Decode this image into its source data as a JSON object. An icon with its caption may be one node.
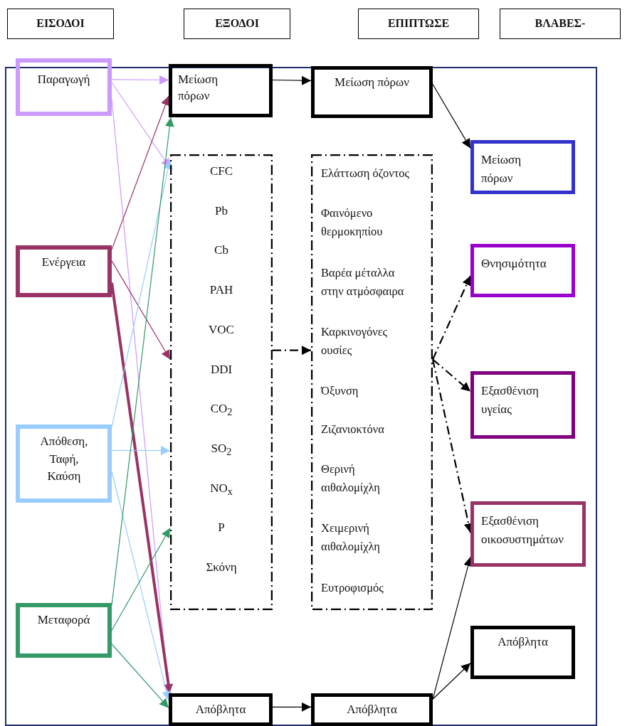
{
  "diagram": {
    "nodes": [
      {
        "text": [
          "ΕΙΣΟΔΟΙ"
        ]
      },
      {
        "text": [
          "ΕΞΟΔΟΙ"
        ]
      },
      {
        "text": [
          "ΕΠΙΠΤΩΣΕ"
        ]
      },
      {
        "text": [
          "ΒΛΑΒΕΣ-"
        ]
      },
      {
        "text": [
          "Παραγωγή"
        ]
      },
      {
        "text": [
          "Ενέργεια"
        ]
      },
      {
        "text": [
          "Απόθεση, Ταφή, Καύση"
        ]
      },
      {
        "text": [
          "Μεταφορά"
        ]
      },
      {
        "text": [
          "Μείωση πόρων"
        ]
      },
      {
        "text": [
          "CFC",
          "Pb",
          "Cb",
          "PAH",
          "VOC",
          "DDI",
          "CO$_{2}$",
          "SO$_{2}$",
          "NO$_{x}$",
          "P",
          "Σκόνη"
        ]
      },
      {
        "text": [
          "Απόβλητα"
        ]
      },
      {
        "text": [
          "Μείωση πόρων"
        ]
      },
      {
        "text": [
          "Ελάττωση όζοντος",
          "Φαινόμενο θερμοκηπίου",
          "Βαρέα μέταλλα στην ατμόσφαιρα",
          "Καρκινογόνες ουσίες",
          "Όξυνση",
          "Ζιζανιοκτόνα",
          "Θερινή αιθαλομίχλη",
          "Χειμερινή αιθαλομίχλη",
          "Ευτροφισμός"
        ]
      },
      {
        "text": [
          "Απόβλητα"
        ]
      },
      {
        "text": [
          "Μείωση πόρων"
        ]
      },
      {
        "text": [
          "Θνησιμότητα"
        ]
      },
      {
        "text": [
          "Εξασθένιση υγείας"
        ]
      },
      {
        "text": [
          "Εξασθένιση οικοσυστημάτων"
        ]
      },
      {
        "text": [
          "Απόβλητα"
        ]
      }
    ],
    "edges": [
      {
        "from": 4,
        "to": 8,
        "arrow": "to",
        "color": "#cc99ff"
      },
      {
        "from": 4,
        "to": 9,
        "arrow": "to",
        "color": "#cc99ff"
      },
      {
        "from": 4,
        "to": 10,
        "arrow": "to",
        "color": "#cc99ff"
      },
      {
        "from": 5,
        "to": 8,
        "arrow": "to",
        "color": "#993366"
      },
      {
        "from": 5,
        "to": 9,
        "arrow": "to",
        "color": "#993366"
      },
      {
        "from": 5,
        "to": 10,
        "arrow": "to",
        "color": "#993366",
        "style": "thick"
      },
      {
        "from": 6,
        "to": 9,
        "arrow": "to",
        "color": "#99ccff"
      },
      {
        "from": 6,
        "to": 9,
        "arrow": "to",
        "color": "#99ccff"
      },
      {
        "from": 6,
        "to": 10,
        "arrow": "to",
        "color": "#99ccff"
      },
      {
        "from": 7,
        "to": 8,
        "arrow": "to",
        "color": "#339966"
      },
      {
        "from": 7,
        "to": 9,
        "arrow": "to",
        "color": "#339966"
      },
      {
        "from": 7,
        "to": 10,
        "arrow": "to",
        "color": "#339966"
      },
      {
        "from": 8,
        "to": 11,
        "arrow": "to"
      },
      {
        "from": 9,
        "to": 12,
        "arrow": "to",
        "style": "dashed"
      },
      {
        "from": 10,
        "to": 13,
        "arrow": "to"
      },
      {
        "from": 11,
        "to": 14,
        "arrow": "to"
      },
      {
        "from": 12,
        "to": 15,
        "arrow": "to",
        "style": "dashed"
      },
      {
        "from": 12,
        "to": 16,
        "arrow": "to",
        "style": "dashed"
      },
      {
        "from": 12,
        "to": 17,
        "arrow": "to",
        "style": "dashed"
      },
      {
        "from": 13,
        "to": 17,
        "arrow": "to"
      },
      {
        "from": 13,
        "to": 18,
        "arrow": "to"
      }
    ]
  }
}
